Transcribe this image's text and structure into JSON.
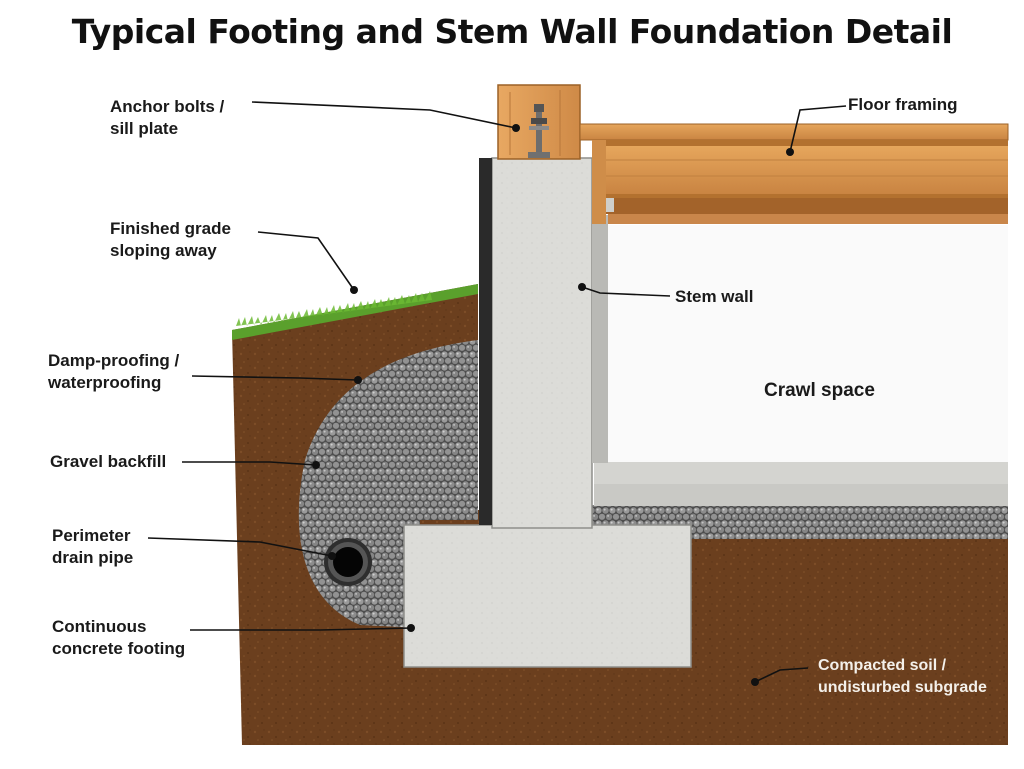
{
  "title": "Typical Footing and Stem Wall Foundation Detail",
  "labels": {
    "anchor_bolts": [
      "Anchor bolts /",
      "sill plate"
    ],
    "floor_framing": "Floor framing",
    "finished_grade": [
      "Finished grade",
      "sloping away"
    ],
    "stem_wall": "Stem wall",
    "damp_proofing": [
      "Damp-proofing /",
      "waterproofing"
    ],
    "crawl_space": "Crawl space",
    "gravel_backfill": "Gravel backfill",
    "perimeter_drain": [
      "Perimeter",
      "drain pipe"
    ],
    "continuous_footing": [
      "Continuous",
      "concrete footing"
    ],
    "compacted_soil": [
      "Compacted soil /",
      "undisturbed subgrade"
    ]
  },
  "colors": {
    "soil": "#6b3f1e",
    "concrete": "#dcdcd8",
    "gravel": "#6e6e6e",
    "lumber": "#d9964e",
    "grass": "#5aa02c",
    "crawl": "#fafafa",
    "waterproofing": "#2a2a2a"
  }
}
